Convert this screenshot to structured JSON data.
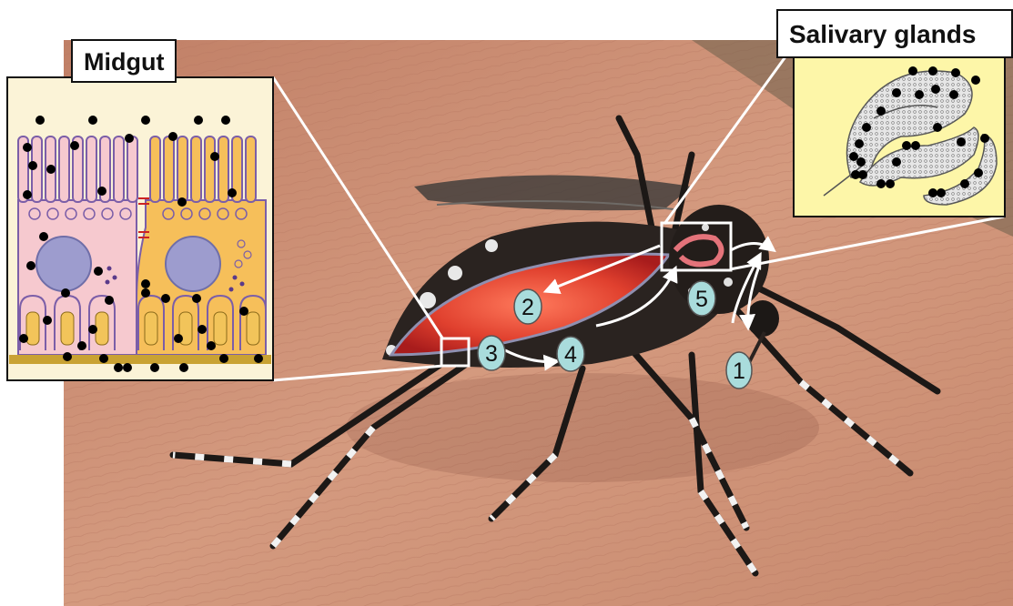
{
  "labels": {
    "midgut": "Midgut",
    "salivary_glands": "Salivary glands"
  },
  "steps": [
    "1",
    "2",
    "3",
    "4",
    "5"
  ],
  "colors": {
    "skin": "#c98a6e",
    "mosquito_body": "#2a2320",
    "blood_meal": "#d8362a",
    "inset_bg_midgut": "#fbf3d7",
    "inset_bg_salivary": "#fdf6a8",
    "cell_pink": "#f6c9cf",
    "cell_orange": "#f6bf5a",
    "nucleus": "#9d9cce",
    "basal_lamina": "#c9a233",
    "step_circle": "#a9dcdc",
    "virus": "#000000"
  },
  "icons": [
    "virus-particle-icon",
    "arrow-icon"
  ]
}
